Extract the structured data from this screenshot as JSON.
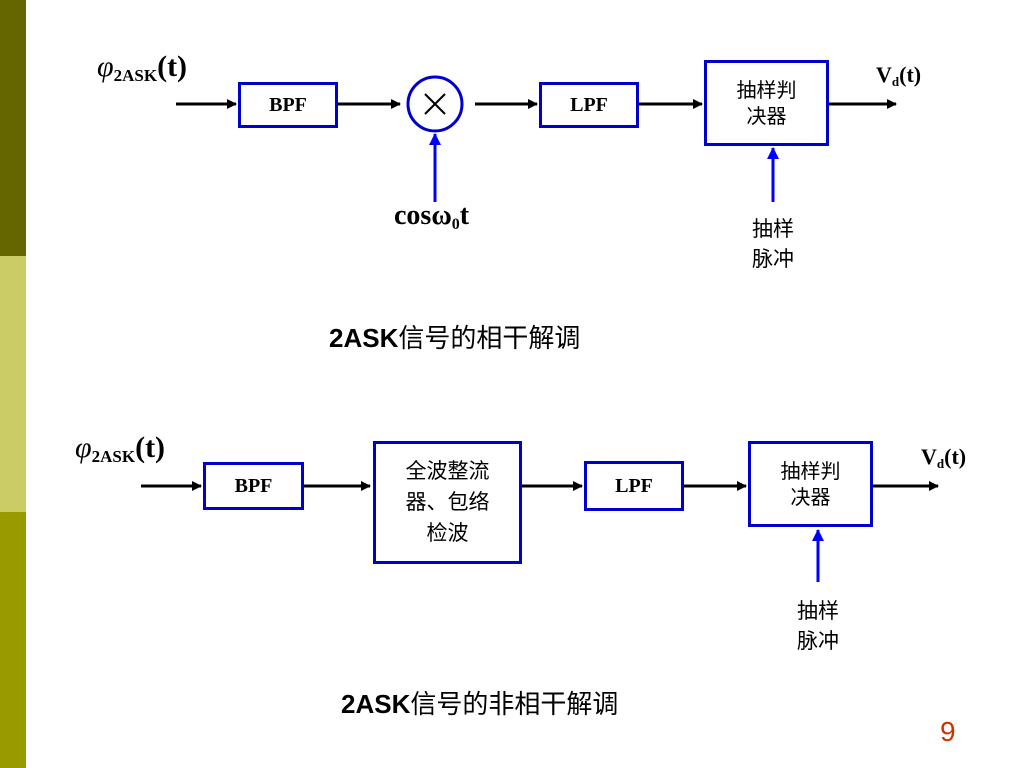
{
  "slide": {
    "page_number": "9",
    "colors": {
      "sidebar_top": "#666600",
      "sidebar_mid": "#cccc66",
      "sidebar_bottom": "#999900",
      "block_border": "#0000cc",
      "signal_arrow": "#0000ff",
      "page_number": "#cc3300"
    }
  },
  "coherent": {
    "input_symbol": "φ",
    "input_subscript": "2ASK",
    "input_arg": "(t)",
    "bpf": "BPF",
    "multiplier_symbol": "×",
    "lpf": "LPF",
    "decision": "抽样判\n决器",
    "output_main": "V",
    "output_sub": "d",
    "output_arg": "(t)",
    "carrier_main": "cosω",
    "carrier_sub": "0",
    "carrier_end": "t",
    "sampling_pulse": "抽样\n脉冲",
    "caption_prefix": "2ASK",
    "caption_text": "信号的相干解调"
  },
  "noncoherent": {
    "input_symbol": "φ",
    "input_subscript": "2ASK",
    "input_arg": "(t)",
    "bpf": "BPF",
    "rectifier": "全波整流\n器、包络\n检波",
    "lpf": "LPF",
    "decision": "抽样判\n决器",
    "output_main": "V",
    "output_sub": "d",
    "output_arg": "(t)",
    "sampling_pulse": "抽样\n脉冲",
    "caption_prefix": "2ASK",
    "caption_text": "信号的非相干解调"
  }
}
